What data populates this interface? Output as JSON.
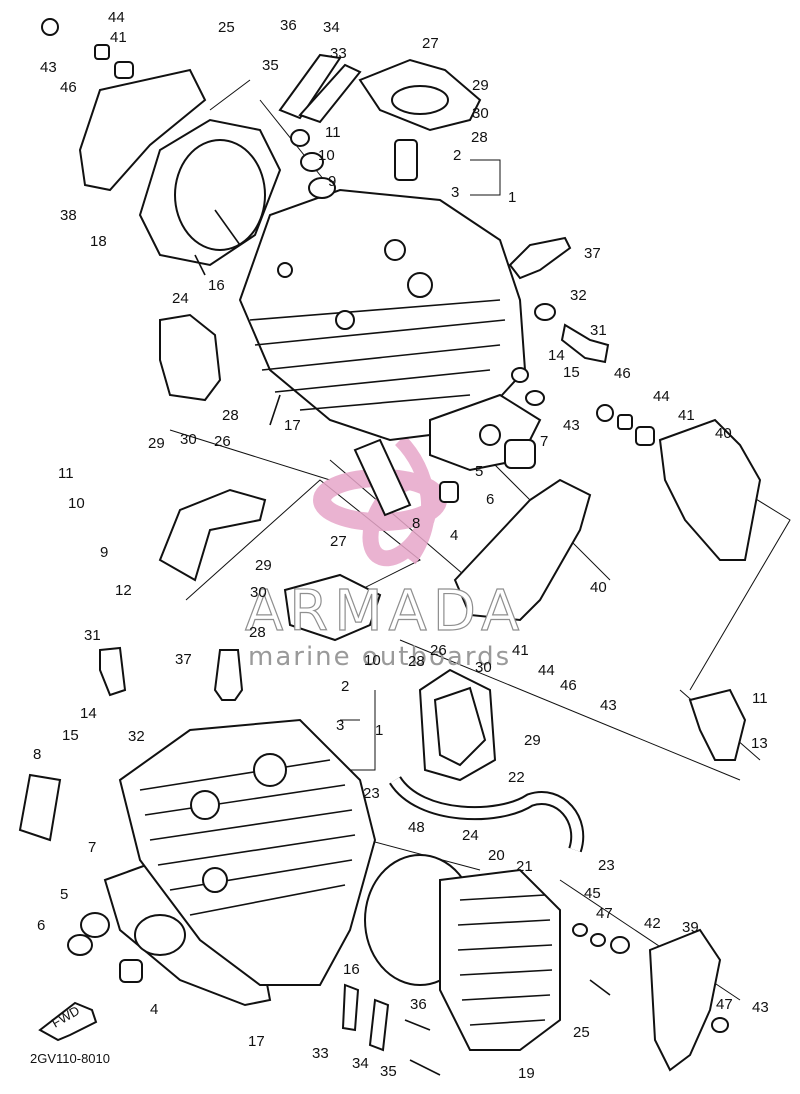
{
  "watermark": {
    "brand": "ARMADA",
    "subtitle": "marine outboards",
    "logo_color": "#e7a6c9"
  },
  "diagram": {
    "code": "2GV110-8010",
    "fwd": "FWD",
    "callouts": [
      {
        "label": "43"
      },
      {
        "label": "44"
      },
      {
        "label": "41"
      },
      {
        "label": "46"
      },
      {
        "label": "25"
      },
      {
        "label": "36"
      },
      {
        "label": "34"
      },
      {
        "label": "33"
      },
      {
        "label": "35"
      },
      {
        "label": "27"
      },
      {
        "label": "29"
      },
      {
        "label": "30"
      },
      {
        "label": "28"
      },
      {
        "label": "11"
      },
      {
        "label": "10"
      },
      {
        "label": "9"
      },
      {
        "label": "2"
      },
      {
        "label": "3"
      },
      {
        "label": "1"
      },
      {
        "label": "38"
      },
      {
        "label": "18"
      },
      {
        "label": "24"
      },
      {
        "label": "16"
      },
      {
        "label": "37"
      },
      {
        "label": "32"
      },
      {
        "label": "31"
      },
      {
        "label": "14"
      },
      {
        "label": "15"
      },
      {
        "label": "46"
      },
      {
        "label": "44"
      },
      {
        "label": "41"
      },
      {
        "label": "40"
      },
      {
        "label": "43"
      },
      {
        "label": "28"
      },
      {
        "label": "29"
      },
      {
        "label": "30"
      },
      {
        "label": "26"
      },
      {
        "label": "17"
      },
      {
        "label": "7"
      },
      {
        "label": "5"
      },
      {
        "label": "6"
      },
      {
        "label": "4"
      },
      {
        "label": "8"
      },
      {
        "label": "11"
      },
      {
        "label": "10"
      },
      {
        "label": "9"
      },
      {
        "label": "12"
      },
      {
        "label": "29"
      },
      {
        "label": "27"
      },
      {
        "label": "30"
      },
      {
        "label": "28"
      },
      {
        "label": "40"
      },
      {
        "label": "31"
      },
      {
        "label": "37"
      },
      {
        "label": "2"
      },
      {
        "label": "3"
      },
      {
        "label": "1"
      },
      {
        "label": "10"
      },
      {
        "label": "26"
      },
      {
        "label": "41"
      },
      {
        "label": "44"
      },
      {
        "label": "46"
      },
      {
        "label": "43"
      },
      {
        "label": "11"
      },
      {
        "label": "14"
      },
      {
        "label": "32"
      },
      {
        "label": "28"
      },
      {
        "label": "30"
      },
      {
        "label": "29"
      },
      {
        "label": "13"
      },
      {
        "label": "15"
      },
      {
        "label": "23"
      },
      {
        "label": "22"
      },
      {
        "label": "8"
      },
      {
        "label": "7"
      },
      {
        "label": "48"
      },
      {
        "label": "24"
      },
      {
        "label": "20"
      },
      {
        "label": "21"
      },
      {
        "label": "23"
      },
      {
        "label": "45"
      },
      {
        "label": "47"
      },
      {
        "label": "42"
      },
      {
        "label": "39"
      },
      {
        "label": "5"
      },
      {
        "label": "6"
      },
      {
        "label": "16"
      },
      {
        "label": "4"
      },
      {
        "label": "47"
      },
      {
        "label": "43"
      },
      {
        "label": "36"
      },
      {
        "label": "25"
      },
      {
        "label": "17"
      },
      {
        "label": "33"
      },
      {
        "label": "34"
      },
      {
        "label": "35"
      },
      {
        "label": "19"
      }
    ]
  }
}
